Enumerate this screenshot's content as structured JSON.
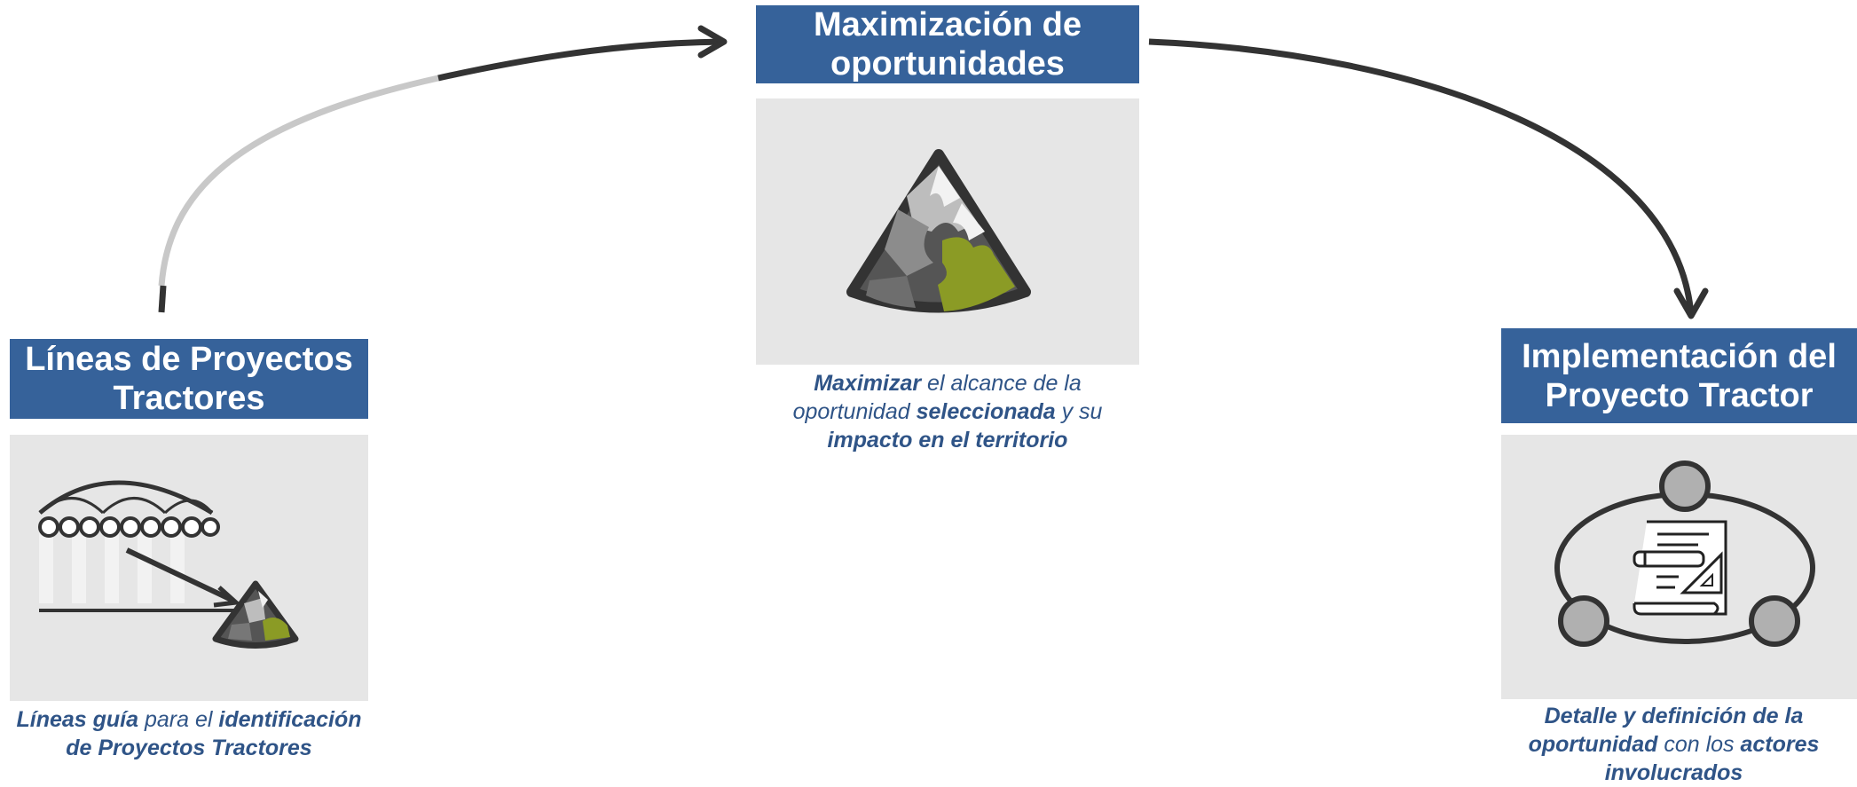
{
  "stages": {
    "left": {
      "title_line1": "Líneas de Proyectos",
      "title_line2": "Tractores",
      "caption": {
        "l1_a": "Líneas guía",
        "l1_b": " para el ",
        "l1_c": "identificación",
        "l2_a": "de Proyectos Tractores"
      },
      "icon": "stadium-to-puzzle-icon"
    },
    "center": {
      "title_line1": "Maximización de",
      "title_line2": "oportunidades",
      "caption": {
        "l1_a": "Maximizar",
        "l1_b": " el alcance de la",
        "l2_a": "oportunidad ",
        "l2_b": " seleccionada",
        "l2_c": " y su",
        "l3_a": "impacto en el territorio"
      },
      "icon": "puzzle-triangle-icon"
    },
    "right": {
      "title_line1": "Implementación del",
      "title_line2": "Proyecto Tractor",
      "caption": {
        "l1_a": "Detalle y definición de la",
        "l2_a": "oportunidad",
        "l2_b": " con los ",
        "l2_c": "actores",
        "l3_a": "involucrados"
      },
      "icon": "stakeholders-plan-icon"
    }
  },
  "colors": {
    "title_bg": "#36629a",
    "panel_bg": "#e6e6e6",
    "caption_text": "#2f5487",
    "arrow_dark": "#333333",
    "arrow_light": "#c8c8c8",
    "puzzle_green": "#8b9b25"
  }
}
